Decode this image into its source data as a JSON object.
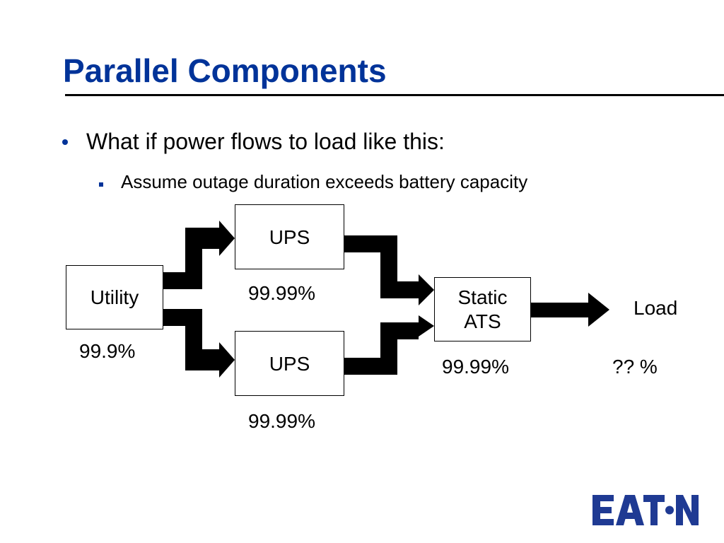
{
  "slide": {
    "title": "Parallel Components",
    "bullets": [
      {
        "level": 1,
        "text": "What if power flows to load like this:"
      },
      {
        "level": 2,
        "text": "Assume outage duration exceeds battery capacity"
      }
    ]
  },
  "diagram": {
    "utility": {
      "label": "Utility",
      "availability": "99.9%"
    },
    "ups_top": {
      "label": "UPS",
      "availability": "99.99%"
    },
    "ups_bottom": {
      "label": "UPS",
      "availability": "99.99%"
    },
    "ats": {
      "label_line1": "Static",
      "label_line2": "ATS",
      "availability": "99.99%"
    },
    "load": {
      "label": "Load",
      "availability": "?? %"
    }
  },
  "logo": {
    "text": "EATON"
  },
  "colors": {
    "title": "#003399",
    "bullet_marker": "#003399",
    "logo": "#1f3a93",
    "arrow": "#000000",
    "rule": "#000000"
  }
}
